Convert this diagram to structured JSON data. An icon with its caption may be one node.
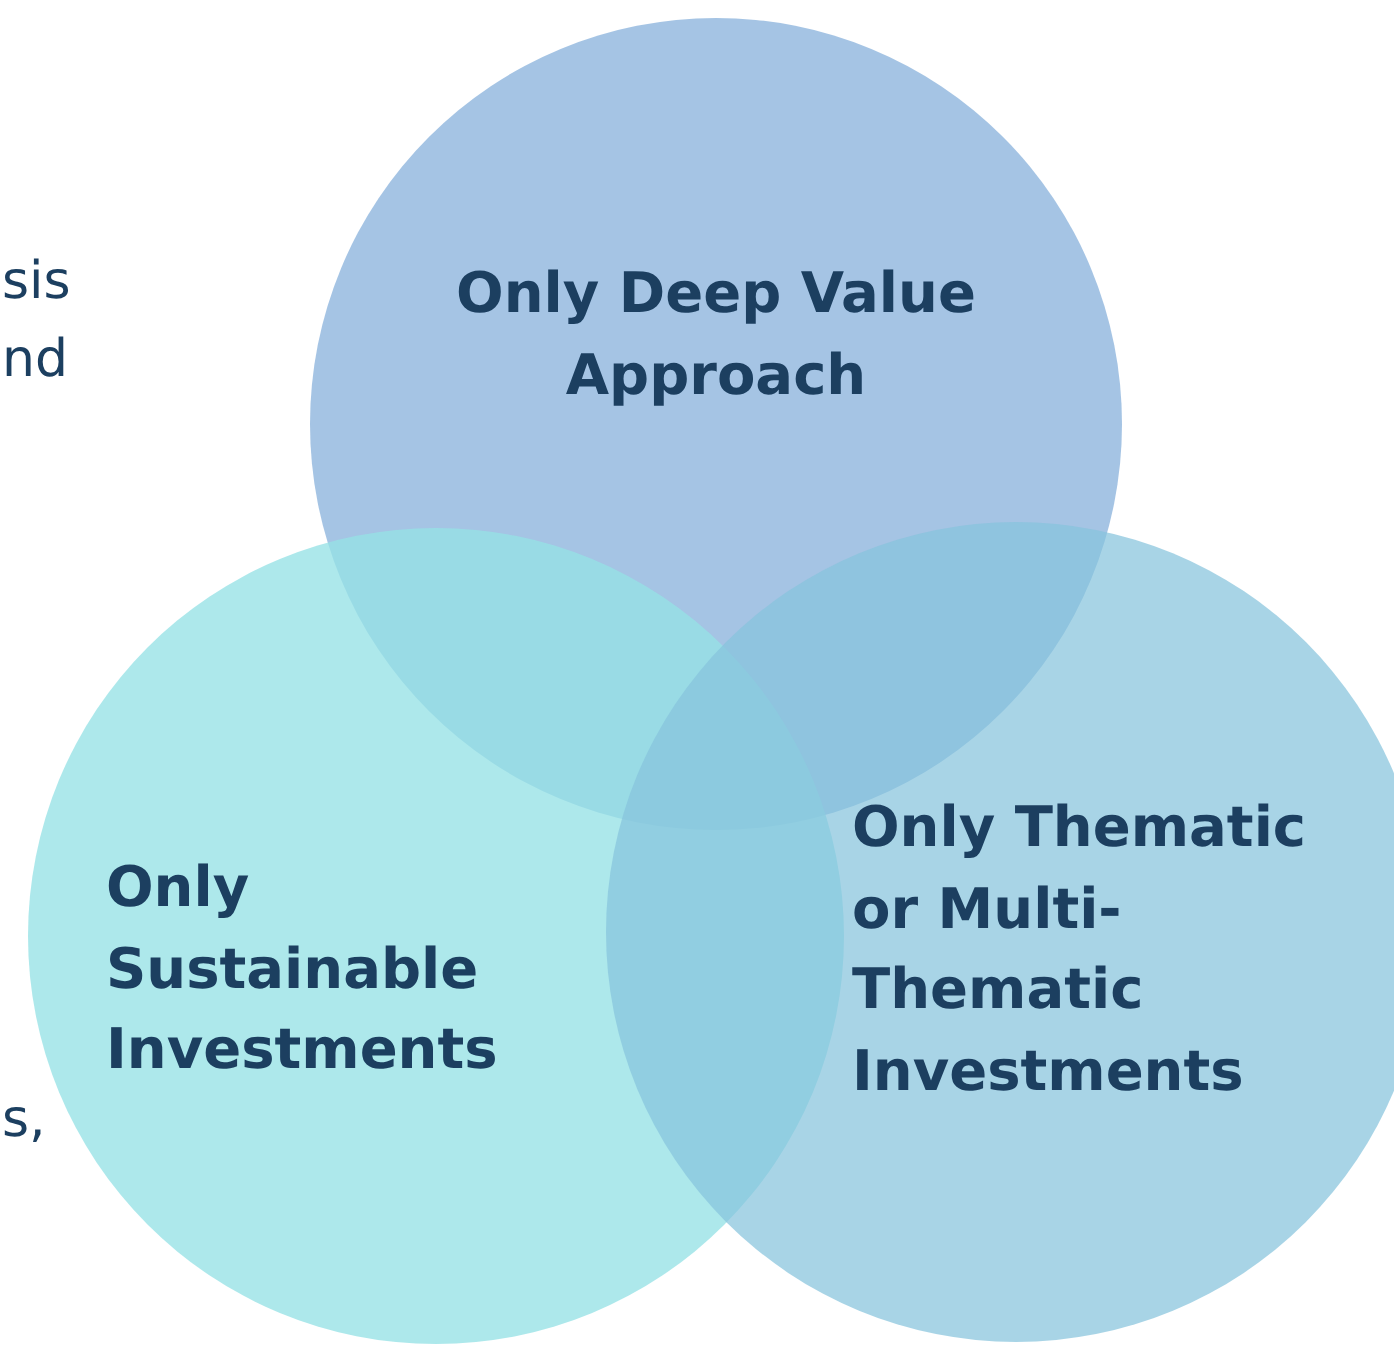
{
  "diagram": {
    "nodes": [
      {
        "text": [
          "Only Deep Value Approach"
        ]
      },
      {
        "text": [
          "Only Sustainable Investments"
        ]
      },
      {
        "text": [
          "Only Thematic or Multi-Thematic Investments"
        ]
      }
    ],
    "labels": [
      "sis",
      "nd",
      "s,"
    ]
  }
}
